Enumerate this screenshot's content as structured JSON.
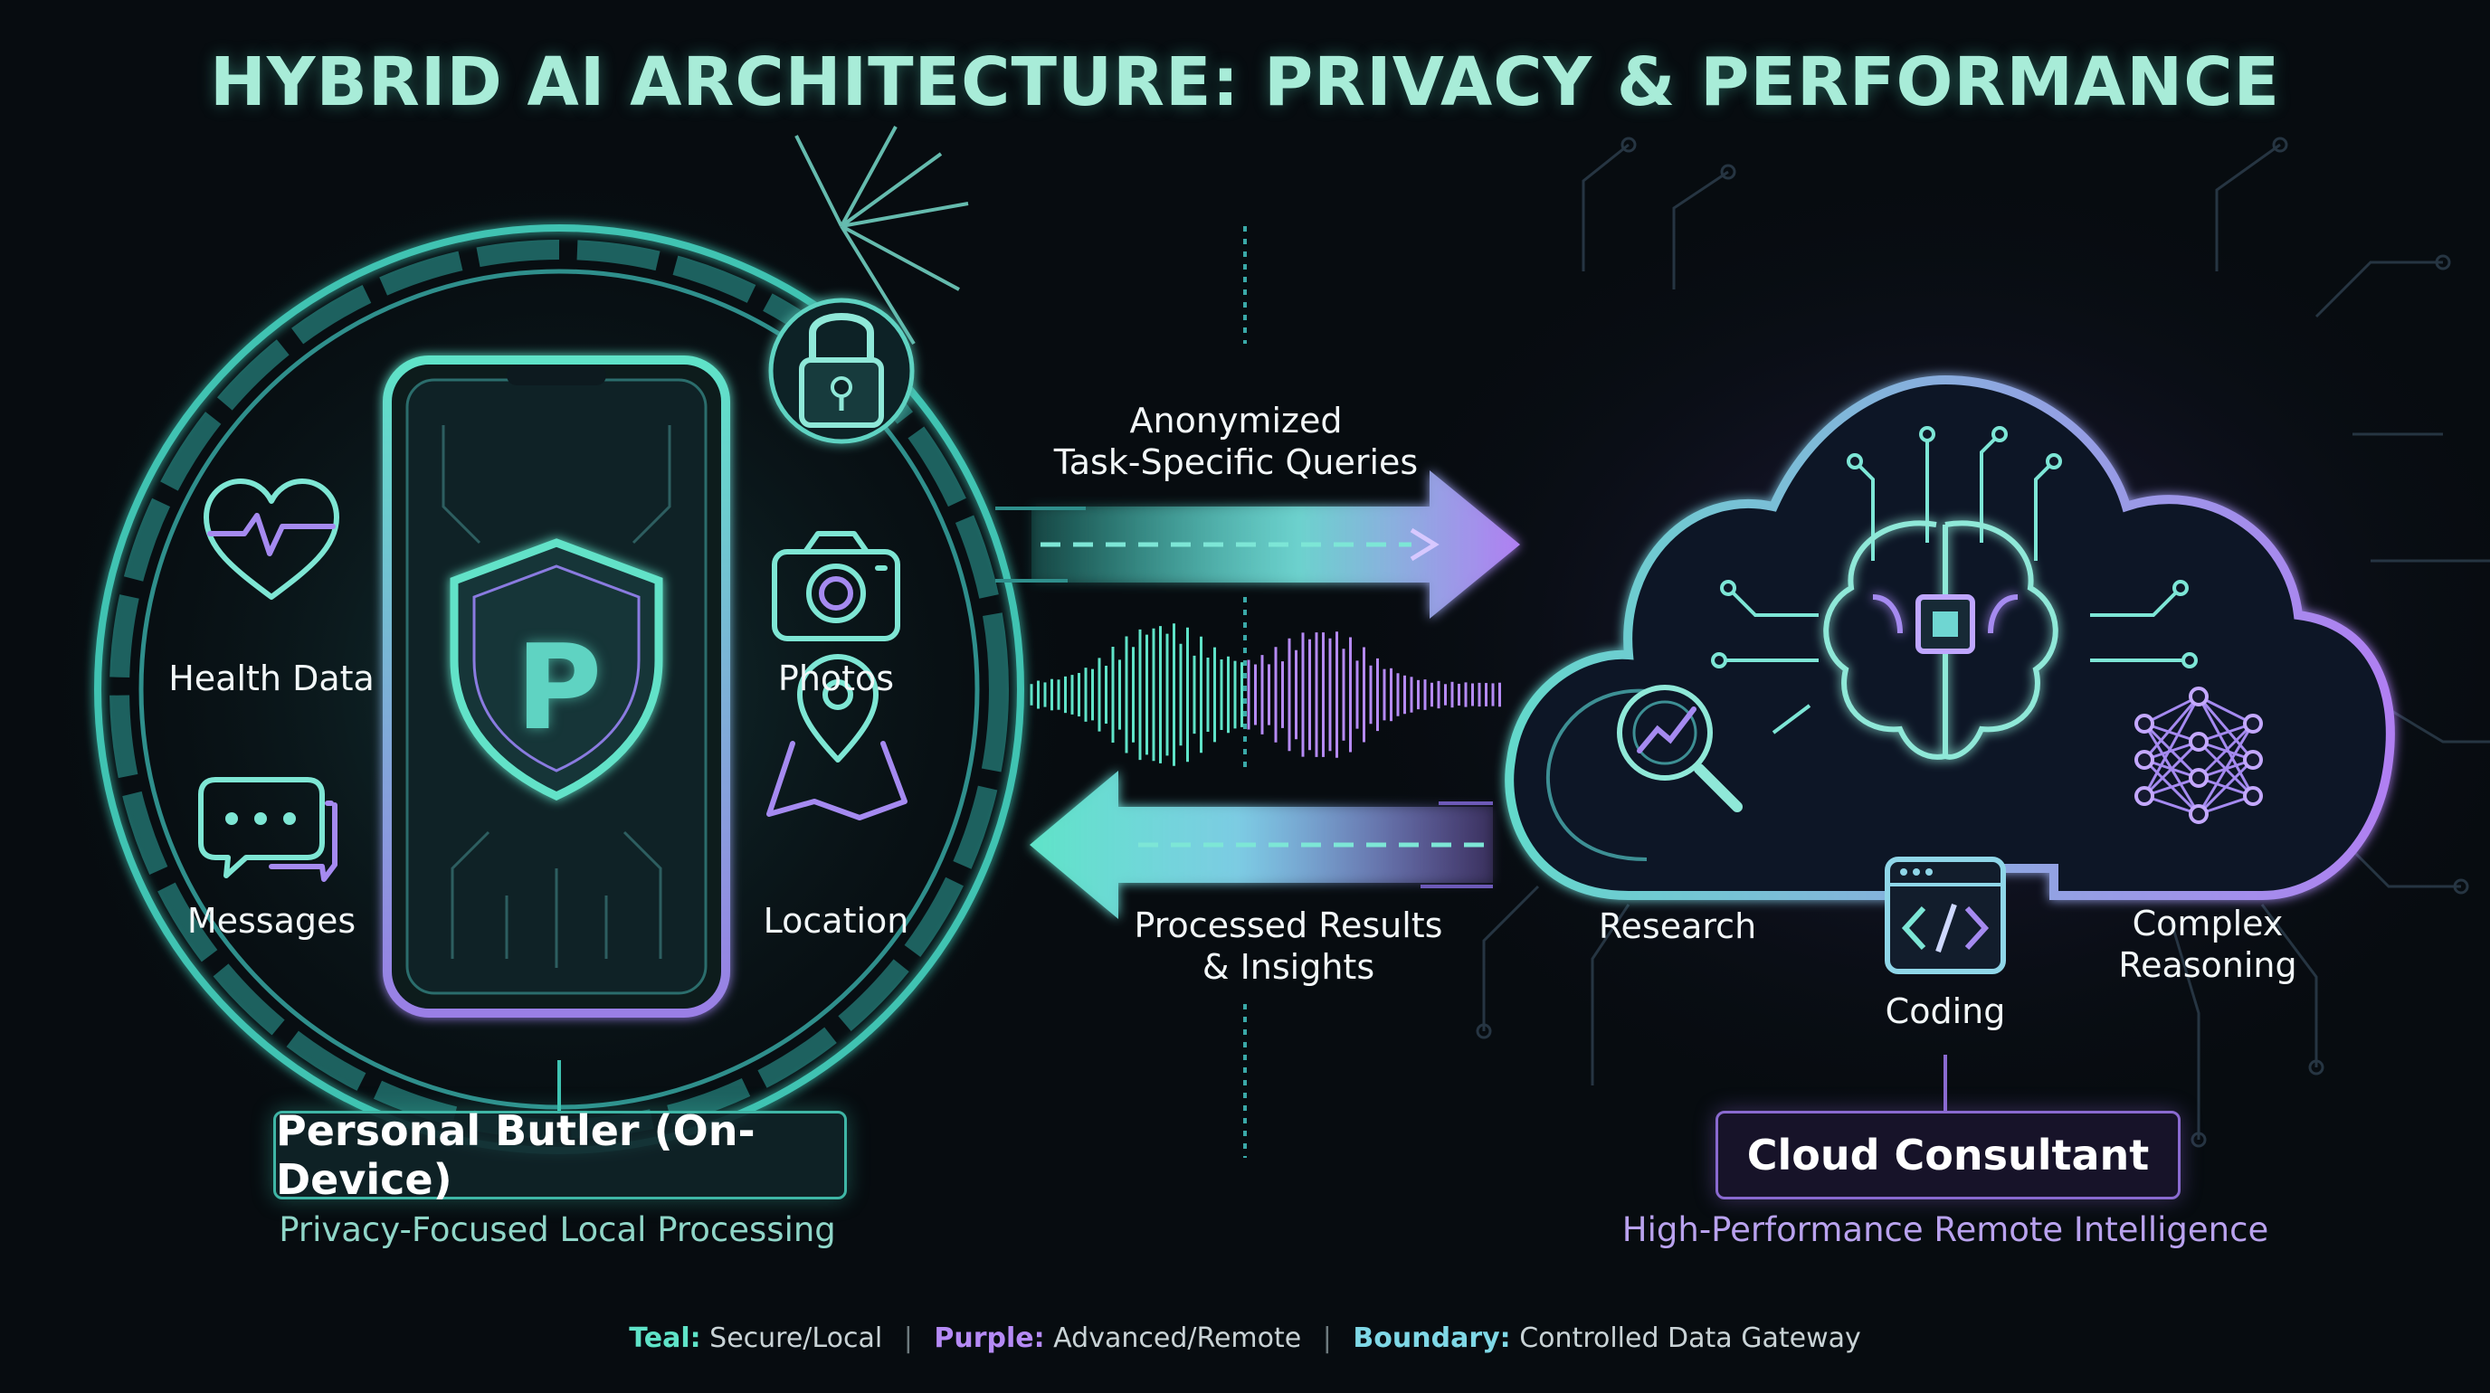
{
  "title": "HYBRID AI ARCHITECTURE: PRIVACY & PERFORMANCE",
  "colors": {
    "teal": "#5fe3c8",
    "purple": "#a77df0",
    "background": "#070c10",
    "boundary": "#7fd8e6"
  },
  "left_panel": {
    "device_icon": "smartphone-icon",
    "shield_letter": "P",
    "lock_icon": "padlock-icon",
    "items": [
      {
        "label": "Health Data",
        "icon": "heart-pulse-icon"
      },
      {
        "label": "Photos",
        "icon": "camera-icon"
      },
      {
        "label": "Messages",
        "icon": "chat-bubbles-icon"
      },
      {
        "label": "Location",
        "icon": "map-pin-icon"
      }
    ],
    "name": "Personal Butler (On-Device)",
    "subtitle": "Privacy-Focused Local Processing"
  },
  "flows": {
    "outbound": {
      "line1": "Anonymized",
      "line2": "Task-Specific Queries"
    },
    "inbound": {
      "line1": "Processed Results",
      "line2": "& Insights"
    }
  },
  "right_panel": {
    "cloud_icon": "cloud-brain-icon",
    "items": [
      {
        "label": "Research",
        "icon": "magnifier-chart-icon"
      },
      {
        "label": "Coding",
        "icon": "code-window-icon"
      },
      {
        "label": "Complex",
        "label2": "Reasoning",
        "icon": "neural-network-icon"
      }
    ],
    "name": "Cloud Consultant",
    "subtitle": "High-Performance Remote Intelligence"
  },
  "legend": {
    "teal_key": "Teal:",
    "teal_val": "Secure/Local",
    "purple_key": "Purple:",
    "purple_val": "Advanced/Remote",
    "boundary_key": "Boundary:",
    "boundary_val": "Controlled Data Gateway",
    "separator": "|"
  }
}
